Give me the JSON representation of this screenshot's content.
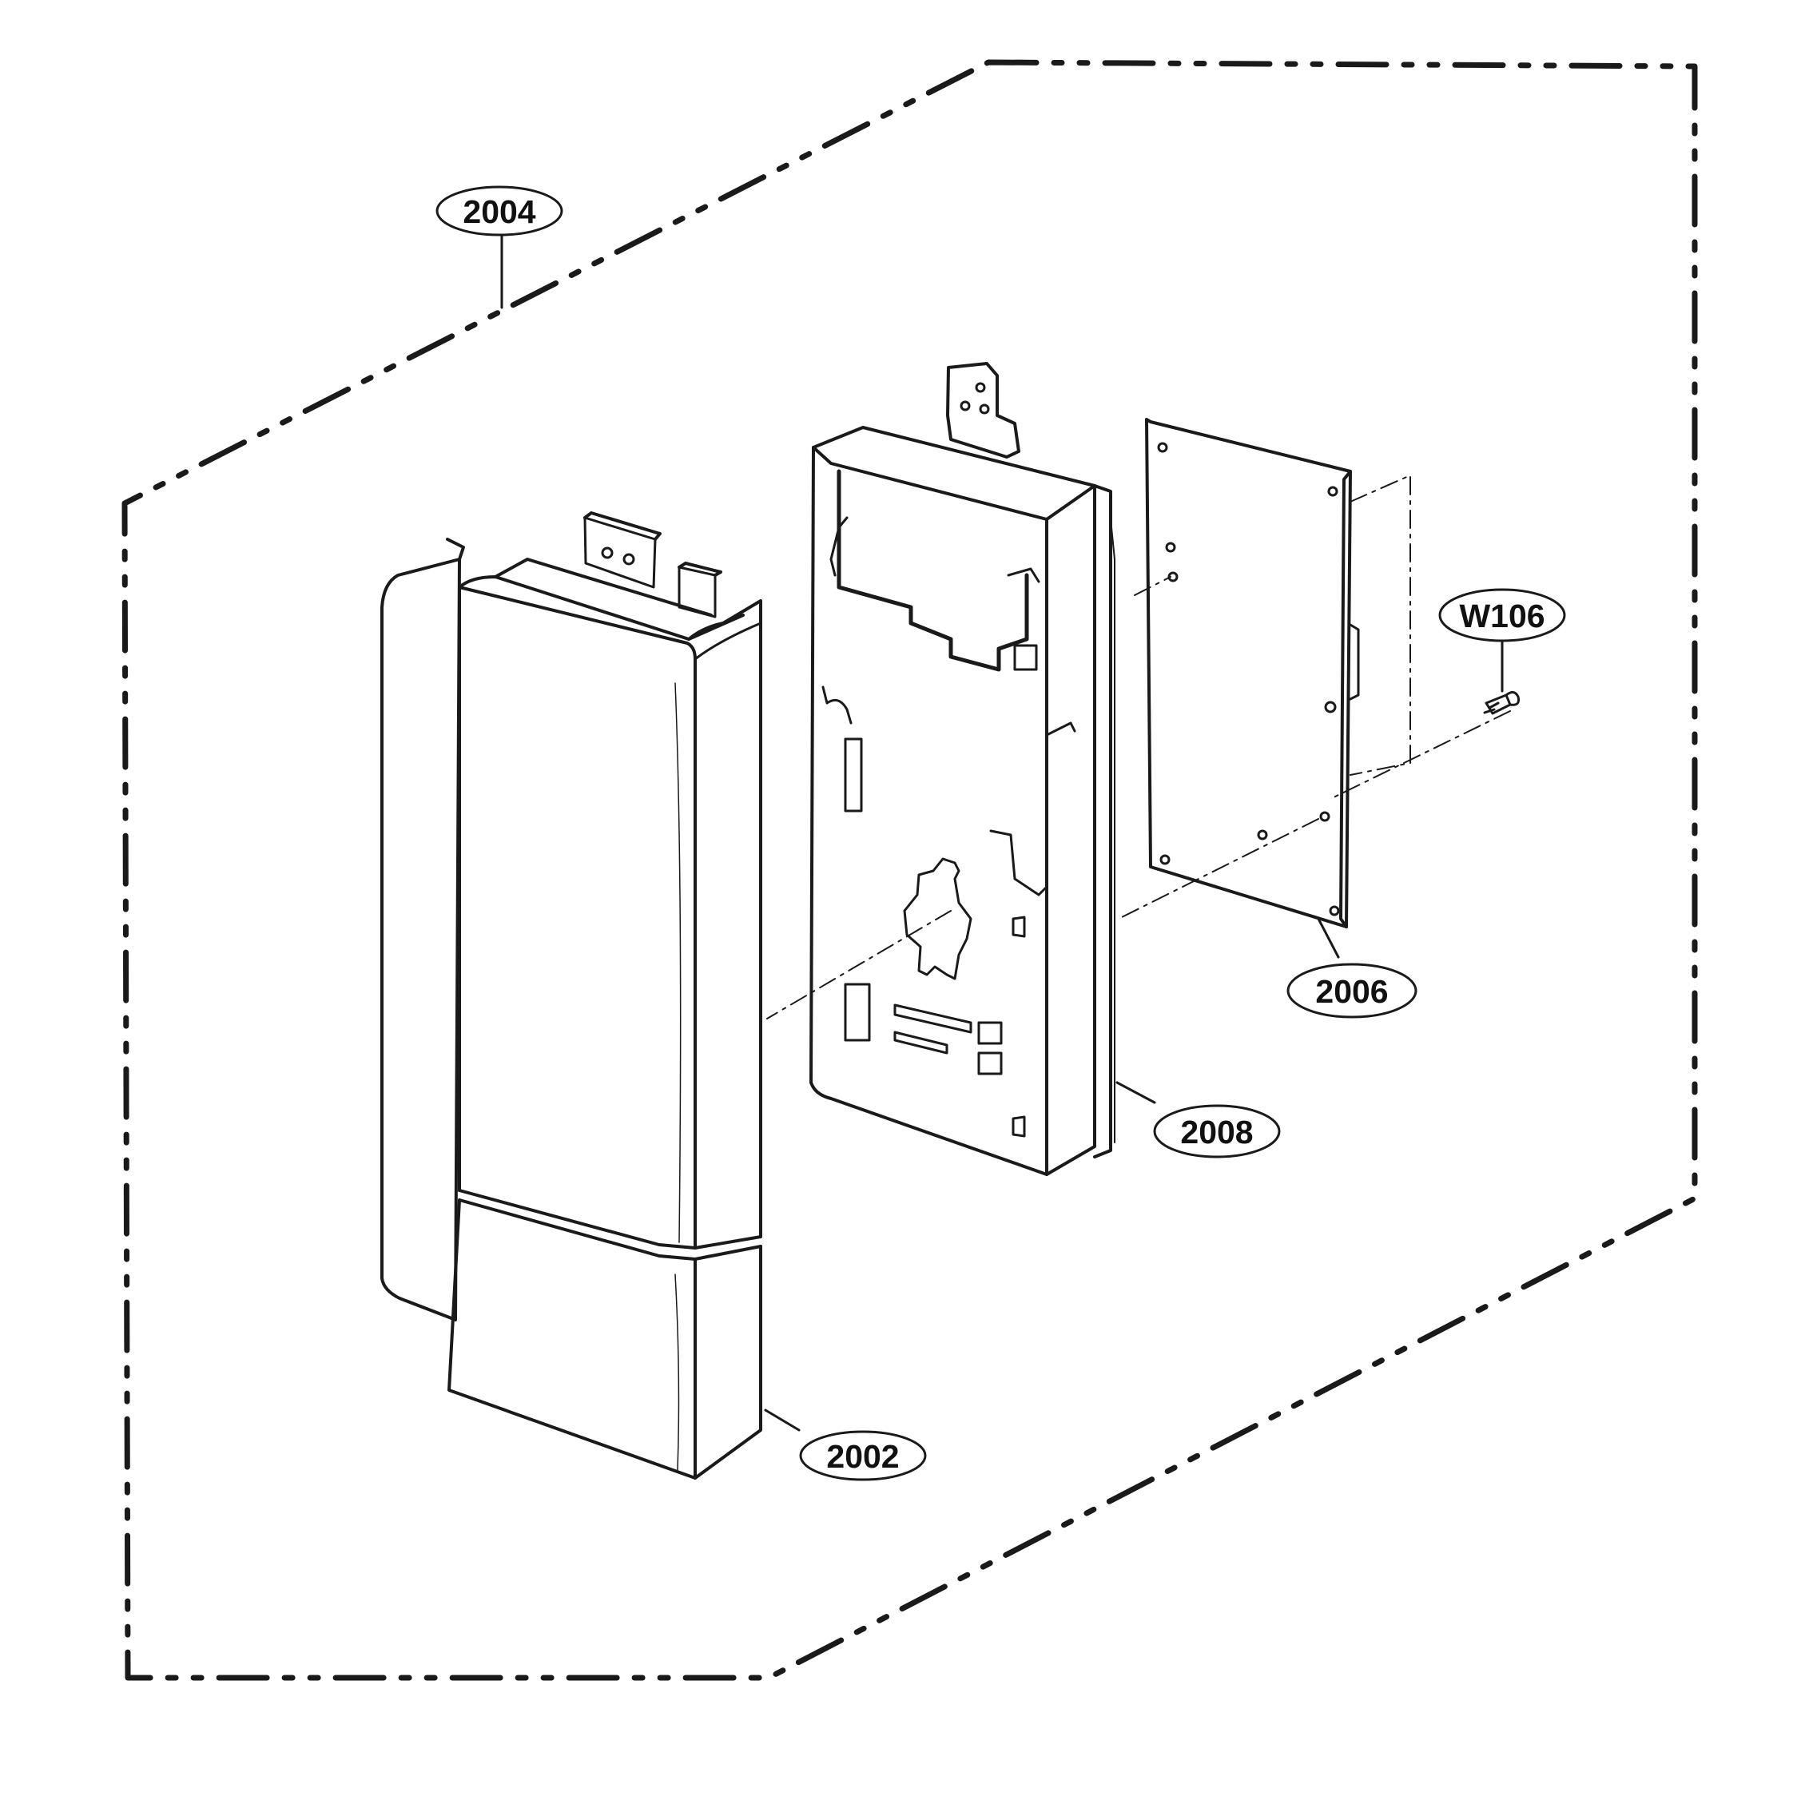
{
  "callouts": {
    "assembly": "2004",
    "front_cover": "2002",
    "pcb": "2006",
    "housing": "2008",
    "screw": "W106"
  },
  "colors": {
    "line": "#1a1a1a",
    "fill": "#ffffff"
  }
}
